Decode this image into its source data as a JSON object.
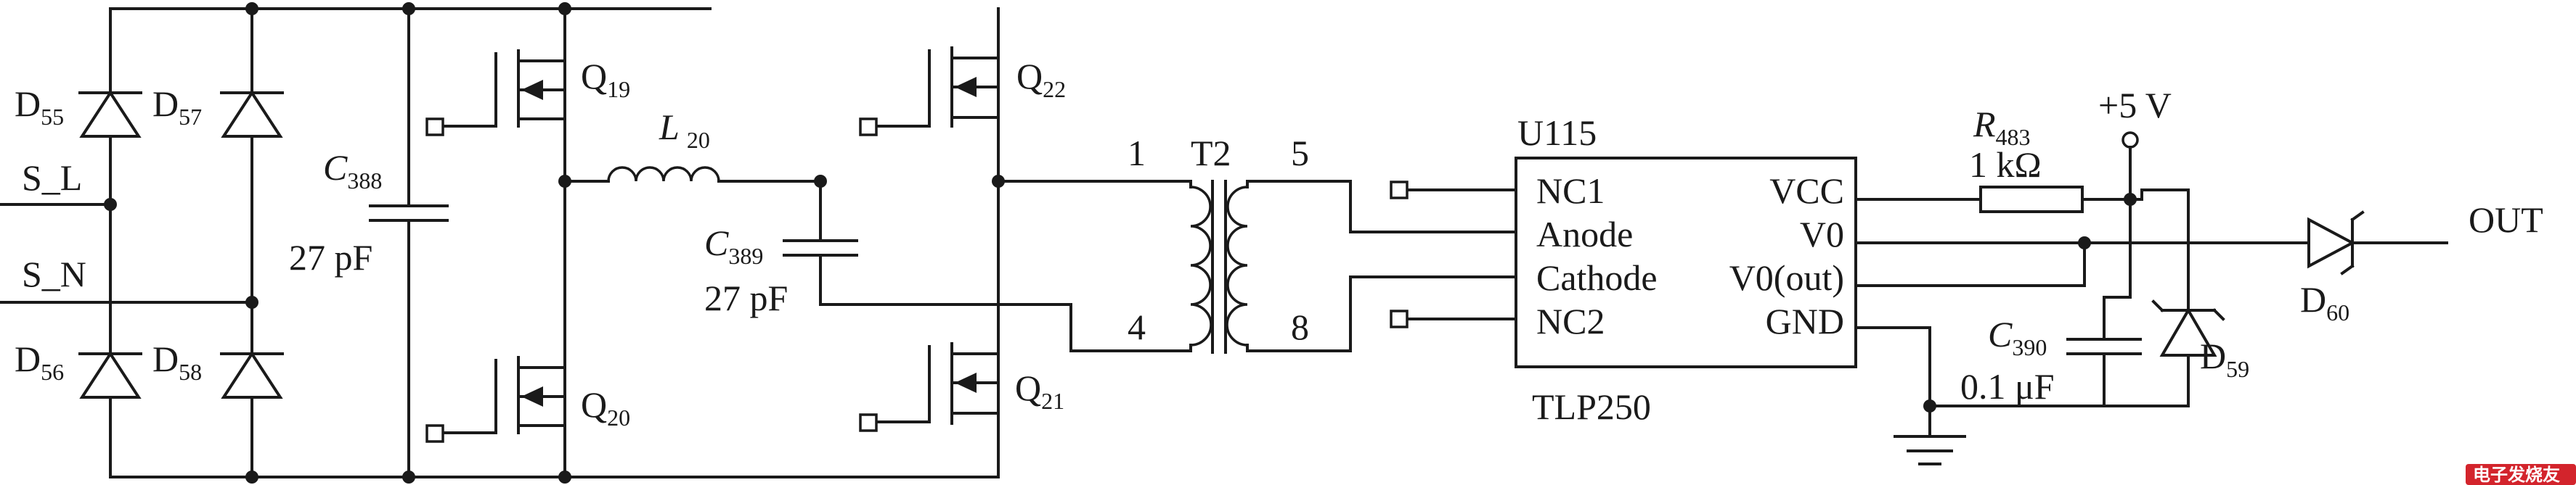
{
  "colors": {
    "ink": "#1a1a1a",
    "watermark": "#d3242c"
  },
  "bridge": {
    "d55": "D",
    "d55_sub": "55",
    "d57": "D",
    "d57_sub": "57",
    "d56": "D",
    "d56_sub": "56",
    "d58": "D",
    "d58_sub": "58",
    "s_l": "S_L",
    "s_n": "S_N"
  },
  "c388": {
    "name": "C",
    "sub": "388",
    "value": "27 pF"
  },
  "q19": {
    "name": "Q",
    "sub": "19"
  },
  "q20": {
    "name": "Q",
    "sub": "20"
  },
  "q22": {
    "name": "Q",
    "sub": "22"
  },
  "q21": {
    "name": "Q",
    "sub": "21"
  },
  "l20": {
    "name": "L",
    "sub": "20"
  },
  "c389": {
    "name": "C",
    "sub": "389",
    "value": "27 pF"
  },
  "t2": {
    "name": "T2",
    "pin1": "1",
    "pin4": "4",
    "pin5": "5",
    "pin8": "8"
  },
  "u115": {
    "name": "U115",
    "part": "TLP250",
    "pins_left": [
      "NC1",
      "Anode",
      "Cathode",
      "NC2"
    ],
    "pins_right": [
      "VCC",
      "V0",
      "V0(out)",
      "GND"
    ]
  },
  "r483": {
    "name": "R",
    "sub": "483",
    "value": "1 kΩ"
  },
  "supply": "+5 V",
  "c390": {
    "name": "C",
    "sub": "390",
    "value": "0.1 μF"
  },
  "d59": {
    "name": "D",
    "sub": "59"
  },
  "d60": {
    "name": "D",
    "sub": "60"
  },
  "output": "OUT",
  "watermark": "电子发烧友"
}
